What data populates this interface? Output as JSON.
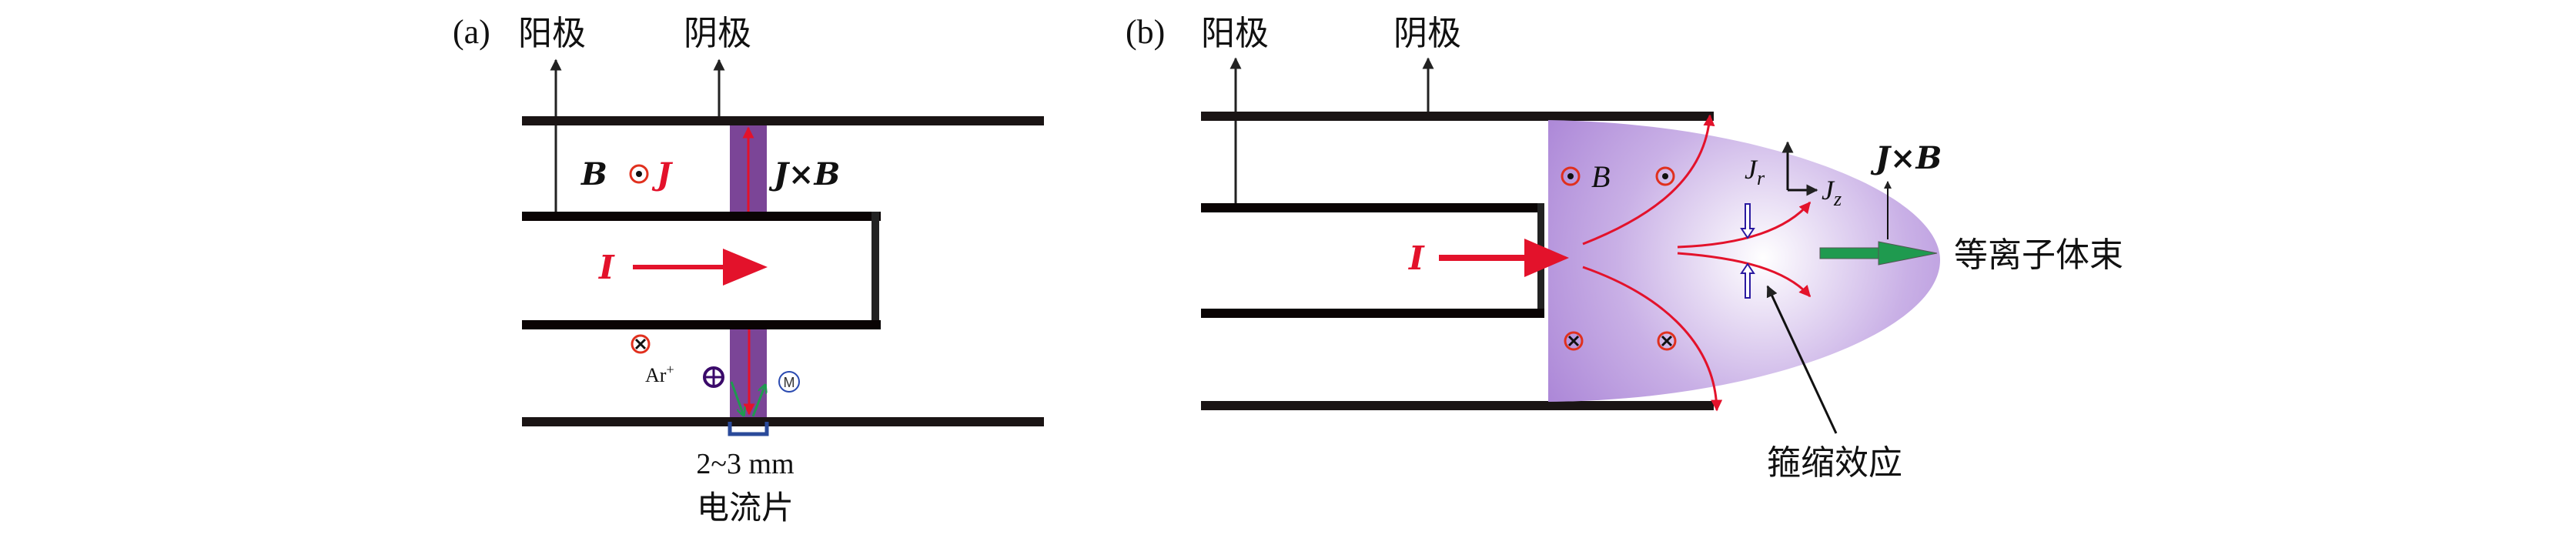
{
  "colors": {
    "electrode": "#1a1414",
    "current": "#e3122b",
    "current_sheet": "#7b4597",
    "plasma_edge": "#9b6fcf",
    "plasma_center": "#ffffff",
    "beam": "#1f9a4f",
    "pinch_arrow": "#2a1aa0",
    "bracket": "#2a4a9a"
  },
  "panel_a": {
    "tag": "(a)",
    "anode": "阳极",
    "cathode": "阴极",
    "b_label": "B",
    "j_label": "J",
    "jxb_label": "J×B",
    "i_label": "I",
    "ion_label": "Ar",
    "ion_charge": "+",
    "neutral_label": "M",
    "thickness": "2~3 mm",
    "sheet_label": "电流片"
  },
  "panel_b": {
    "tag": "(b)",
    "anode": "阳极",
    "cathode": "阴极",
    "b_label": "B",
    "jr_label": "J",
    "jr_sub": "r",
    "jz_label": "J",
    "jz_sub": "z",
    "jxb_label": "J×B",
    "i_label": "I",
    "beam_label": "等离子体束",
    "pinch_label": "箍缩效应"
  }
}
